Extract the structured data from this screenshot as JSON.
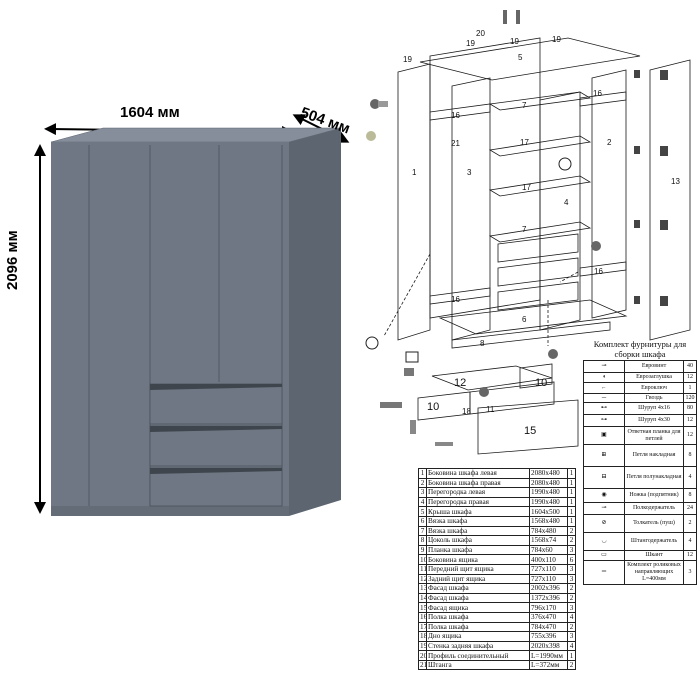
{
  "dimensions": {
    "width": "1604 мм",
    "depth": "504 мм",
    "height": "2096 мм"
  },
  "colors": {
    "body": "#6e7783",
    "body_light": "#7b8490",
    "body_dark": "#5d6570",
    "line": "#1a1a1a"
  },
  "assembly_labels": [
    "1",
    "2",
    "3",
    "4",
    "5",
    "6",
    "7",
    "8",
    "10",
    "11",
    "12",
    "13",
    "15",
    "16",
    "17",
    "18",
    "19",
    "20",
    "21"
  ],
  "kit_title": "Комплект фурнитуры для сборки шкафа",
  "hardware": [
    {
      "icon": "euroscrew-icon",
      "name": "Евровинт",
      "qty": "40"
    },
    {
      "icon": "cap-icon",
      "name": "Еврозаглушка",
      "qty": "12"
    },
    {
      "icon": "hex-key-icon",
      "name": "Евроключ",
      "qty": "1"
    },
    {
      "icon": "nail-icon",
      "name": "Гвоздь",
      "qty": "120"
    },
    {
      "icon": "screw-short-icon",
      "name": "Шуруп 4х16",
      "qty": "80"
    },
    {
      "icon": "screw-long-icon",
      "name": "Шуруп 4х30",
      "qty": "12"
    },
    {
      "icon": "hinge-plate-icon",
      "name": "Ответная планка для петлей",
      "qty": "12"
    },
    {
      "icon": "hinge-overlay-icon",
      "name": "Петля накладная",
      "qty": "8"
    },
    {
      "icon": "hinge-half-icon",
      "name": "Петля полунакладная",
      "qty": "4"
    },
    {
      "icon": "foot-icon",
      "name": "Ножка (подпятник)",
      "qty": "8"
    },
    {
      "icon": "shelf-pin-icon",
      "name": "Полкодержатель",
      "qty": "24"
    },
    {
      "icon": "push-icon",
      "name": "Толкатель (пуш)",
      "qty": "2"
    },
    {
      "icon": "rod-holder-icon",
      "name": "Штангодержатель",
      "qty": "4"
    },
    {
      "icon": "dowel-icon",
      "name": "Шкант",
      "qty": "12"
    },
    {
      "icon": "drawer-slide-icon",
      "name": "Комплект роликовых направляющих L=400мм",
      "qty": "3"
    }
  ],
  "parts": [
    {
      "no": "1",
      "name": "Боковина шкафа левая",
      "size": "2080х480",
      "qty": "1"
    },
    {
      "no": "2",
      "name": "Боковина шкафа правая",
      "size": "2080х480",
      "qty": "1"
    },
    {
      "no": "3",
      "name": "Перегородка левая",
      "size": "1990х480",
      "qty": "1"
    },
    {
      "no": "4",
      "name": "Перегородка правая",
      "size": "1990х480",
      "qty": "1"
    },
    {
      "no": "5",
      "name": "Крыша шкафа",
      "size": "1604х500",
      "qty": "1"
    },
    {
      "no": "6",
      "name": "Вязка шкафа",
      "size": "1568х480",
      "qty": "1"
    },
    {
      "no": "7",
      "name": "Вязка шкафа",
      "size": "784х480",
      "qty": "2"
    },
    {
      "no": "8",
      "name": "Цоколь шкафа",
      "size": "1568х74",
      "qty": "2"
    },
    {
      "no": "9",
      "name": "Планка шкафа",
      "size": "784х60",
      "qty": "3"
    },
    {
      "no": "10",
      "name": "Боковина ящика",
      "size": "400х110",
      "qty": "6"
    },
    {
      "no": "11",
      "name": "Передний щит ящика",
      "size": "727х110",
      "qty": "3"
    },
    {
      "no": "12",
      "name": "Задний щит ящика",
      "size": "727х110",
      "qty": "3"
    },
    {
      "no": "13",
      "name": "Фасад шкафа",
      "size": "2002х396",
      "qty": "2"
    },
    {
      "no": "14",
      "name": "Фасад шкафа",
      "size": "1372х396",
      "qty": "2"
    },
    {
      "no": "15",
      "name": "Фасад ящика",
      "size": "796х170",
      "qty": "3"
    },
    {
      "no": "16",
      "name": "Полка шкафа",
      "size": "376х470",
      "qty": "4"
    },
    {
      "no": "17",
      "name": "Полка шкафа",
      "size": "784х470",
      "qty": "2"
    },
    {
      "no": "18",
      "name": "Дно ящика",
      "size": "755х396",
      "qty": "3"
    },
    {
      "no": "19",
      "name": "Стенка задняя шкафа",
      "size": "2020х398",
      "qty": "4"
    },
    {
      "no": "20",
      "name": "Профиль соединительный",
      "size": "L=1990мм",
      "qty": "1"
    },
    {
      "no": "21",
      "name": "Штанга",
      "size": "L=372мм",
      "qty": "2"
    }
  ]
}
